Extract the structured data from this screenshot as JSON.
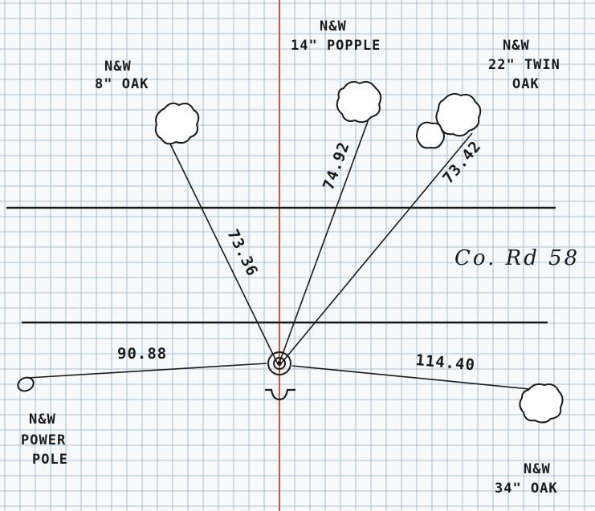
{
  "center_symbol": "ꓴ",
  "road_label": "Co. Rd 58",
  "trees": [
    {
      "id": "8oak",
      "label_line1": "N&W",
      "label_line2": "8\" OAK",
      "distance": "73.36"
    },
    {
      "id": "14popple",
      "label_line1": "N&W",
      "label_line2": "14\" POPPLE",
      "distance": "74.92"
    },
    {
      "id": "22twinoak",
      "label_line1": "N&W",
      "label_line2": "22\" TWIN",
      "label_line3": "OAK",
      "distance": "73.42"
    },
    {
      "id": "34oak",
      "label_line1": "N&W",
      "label_line2": "34\" OAK",
      "distance": "114.40"
    }
  ],
  "power_pole": {
    "label_line1": "N&W",
    "label_line2": "POWER",
    "label_line3": "POLE",
    "distance": "90.88"
  },
  "colors": {
    "grid": "#8fb0cf",
    "grid_major": "#6f93b8",
    "center_line": "#d5553c",
    "ink": "#1a1a1a"
  }
}
